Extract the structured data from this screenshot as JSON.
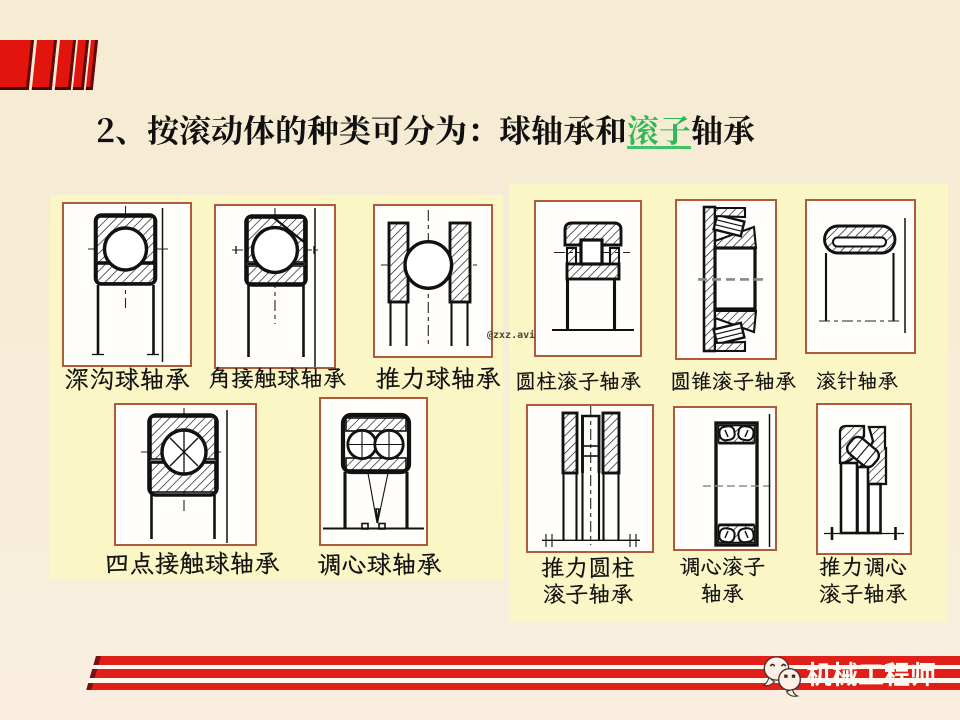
{
  "slide": {
    "title": {
      "full_text": "2、按滚动体的种类可分为：球轴承和滚子轴承",
      "seg_black1": "2、按滚动体的种类可分为：球轴承和",
      "seg_green": "滚子",
      "seg_black2": "轴承",
      "highlight_color": "#22b14c"
    },
    "annotation": "@zxz.avi",
    "ball_bearings": {
      "items": [
        {
          "label": "深沟球轴承"
        },
        {
          "label": "角接触球轴承"
        },
        {
          "label": "推力球轴承"
        },
        {
          "label": "四点接触球轴承"
        },
        {
          "label": "调心球轴承"
        }
      ]
    },
    "roller_bearings": {
      "items": [
        {
          "label": "圆柱滚子轴承",
          "lines": [
            "圆柱滚子轴承"
          ]
        },
        {
          "label": "圆锥滚子轴承",
          "lines": [
            "圆锥滚子轴承"
          ]
        },
        {
          "label": "滚针轴承",
          "lines": [
            "滚针轴承"
          ]
        },
        {
          "label": "推力圆柱滚子轴承",
          "lines": [
            "推力圆柱",
            "滚子轴承"
          ]
        },
        {
          "label": "调心滚子轴承",
          "lines": [
            "调心滚子",
            "轴承"
          ]
        },
        {
          "label": "推力调心滚子轴承",
          "lines": [
            "推力调心",
            "滚子轴承"
          ]
        }
      ]
    },
    "footer": {
      "brand": "机械工程师",
      "icon": "wechat-icon"
    },
    "colors": {
      "background": "#f7edd8",
      "panel": "#fbf6c5",
      "accent_red": "#e2190f",
      "accent_dark_red": "#690d0a",
      "box_border": "#b05a3c",
      "ink": "#111111"
    }
  }
}
